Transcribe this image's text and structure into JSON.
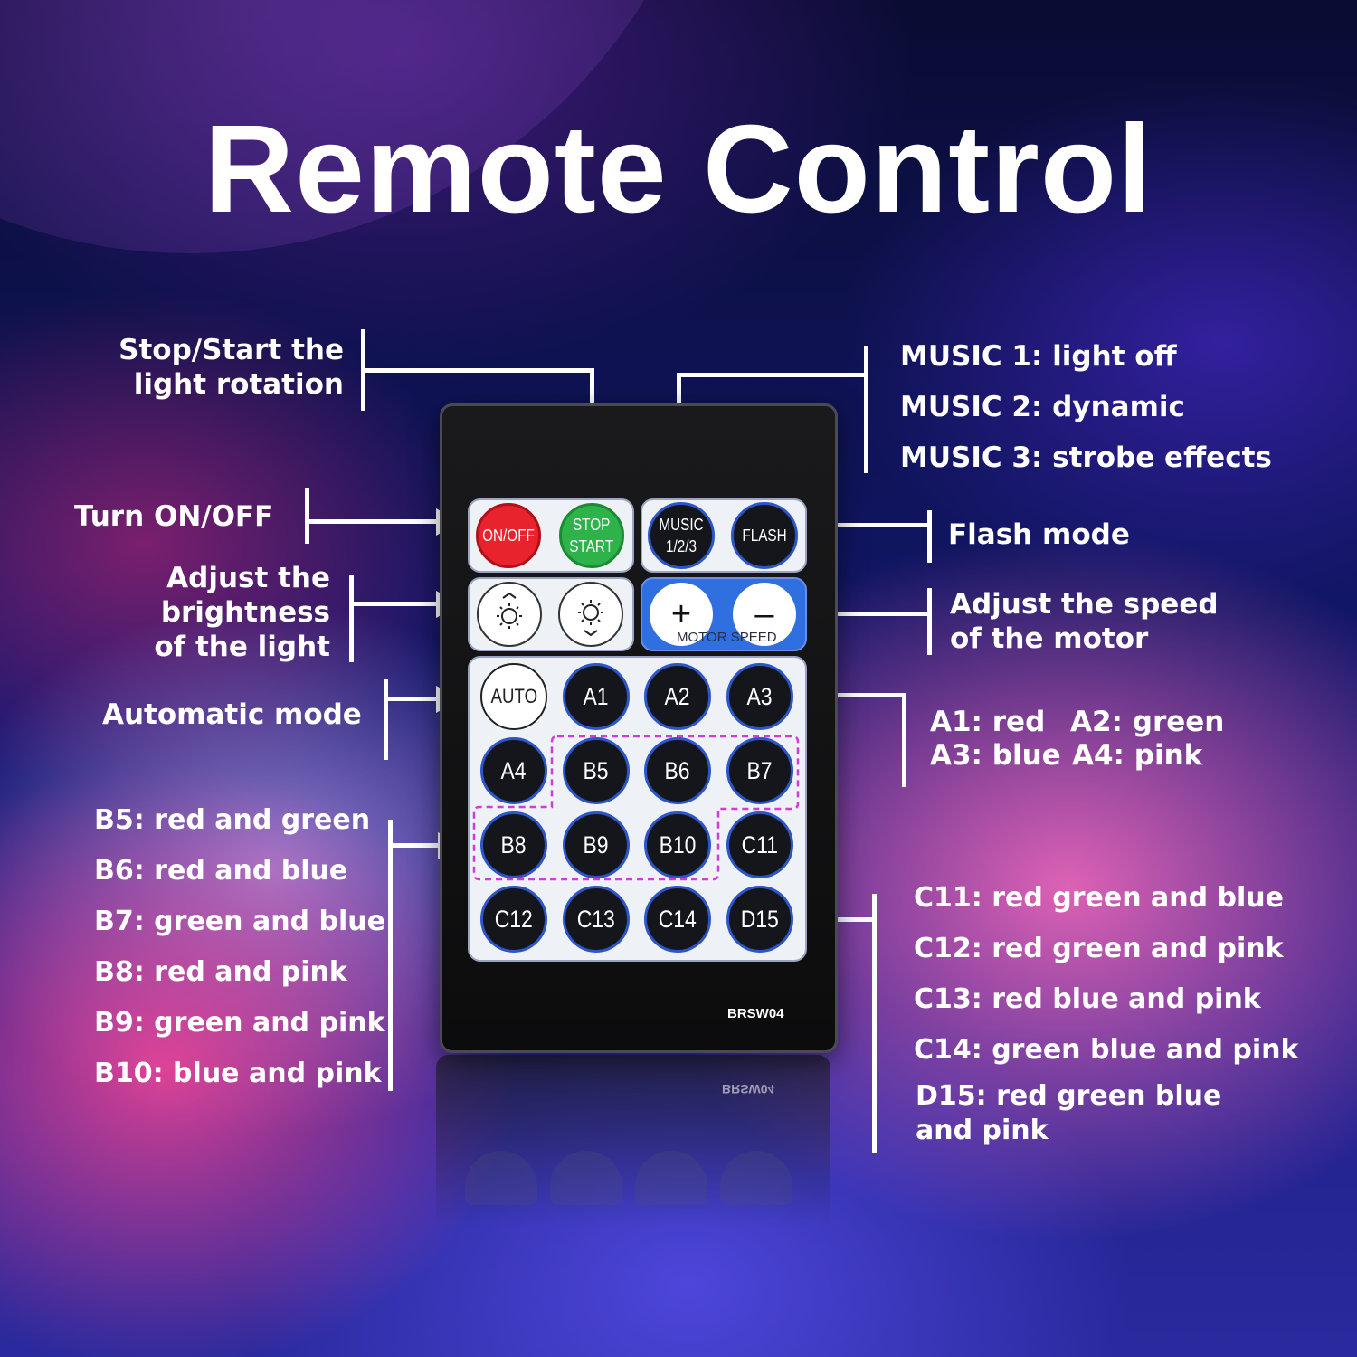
{
  "title": "Remote Control",
  "labels": {
    "stop_start": "Stop/Start the\nlight rotation",
    "music_1": "MUSIC 1: light off",
    "music_2": "MUSIC 2: dynamic",
    "music_3": "MUSIC 3: strobe effects",
    "turn_on_off": "Turn ON/OFF",
    "flash_mode": "Flash mode",
    "brightness": "Adjust the\nbrightness\nof the light",
    "motor_speed": "Adjust the speed\nof the motor",
    "automatic_mode": "Automatic mode",
    "a_colors": {
      "a1": "A1: red",
      "a2": "A2: green",
      "a3": "A3: blue",
      "a4": "A4: pink"
    },
    "b_colors": [
      "B5: red and green",
      "B6: red and blue",
      "B7: green and blue",
      "B8: red and pink",
      "B9: green and pink",
      "B10: blue and pink"
    ],
    "c_colors": [
      "C11: red green and blue",
      "C12: red green and pink",
      "C13: red blue and pink",
      "C14: green blue and pink",
      "D15: red green blue\nand pink"
    ]
  },
  "remote": {
    "model": "BRSW04",
    "reflection_model": "BRSW04",
    "top_buttons": {
      "on_off": "ON/OFF",
      "stop_start": "STOP\nSTART",
      "music": "MUSIC\n1/2/3",
      "flash": "FLASH"
    },
    "motor": {
      "plus": "+",
      "minus": "–",
      "caption": "MOTOR SPEED"
    },
    "grid_buttons": [
      [
        "AUTO",
        "A1",
        "A2",
        "A3"
      ],
      [
        "A4",
        "B5",
        "B6",
        "B7"
      ],
      [
        "B8",
        "B9",
        "B10",
        "C11"
      ],
      [
        "C12",
        "C13",
        "C14",
        "D15"
      ]
    ]
  },
  "colors": {
    "on_off_red": "#e8232d",
    "stop_start_green": "#2db34a",
    "motor_panel_blue": "#2f6fe0",
    "button_border_blue": "#2c56c8",
    "dashed_group_magenta": "#d23cd6"
  }
}
